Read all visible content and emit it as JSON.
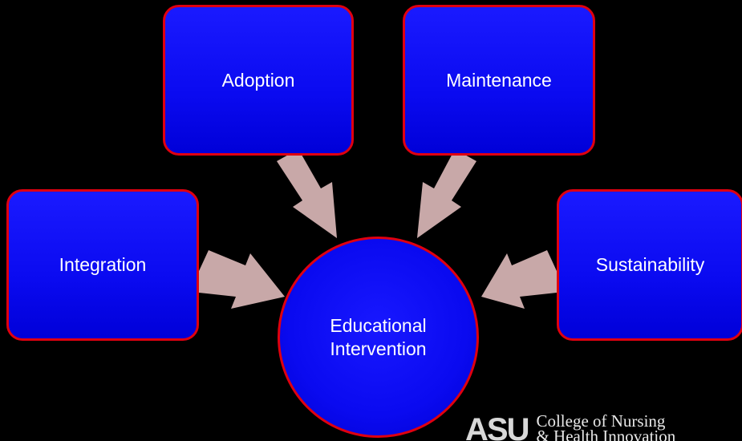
{
  "nodes": {
    "adoption": "Adoption",
    "maintenance": "Maintenance",
    "integration": "Integration",
    "sustainability": "Sustainability",
    "center_line1": "Educational",
    "center_line2": "Intervention"
  },
  "logo": {
    "mark": "ASU",
    "line1": "College of Nursing",
    "line2": "& Health Innovation"
  },
  "colors": {
    "background": "#000000",
    "node_fill": "#0a0af0",
    "node_border": "#e00010",
    "arrow": "#c8a8a8",
    "text": "#ffffff"
  }
}
